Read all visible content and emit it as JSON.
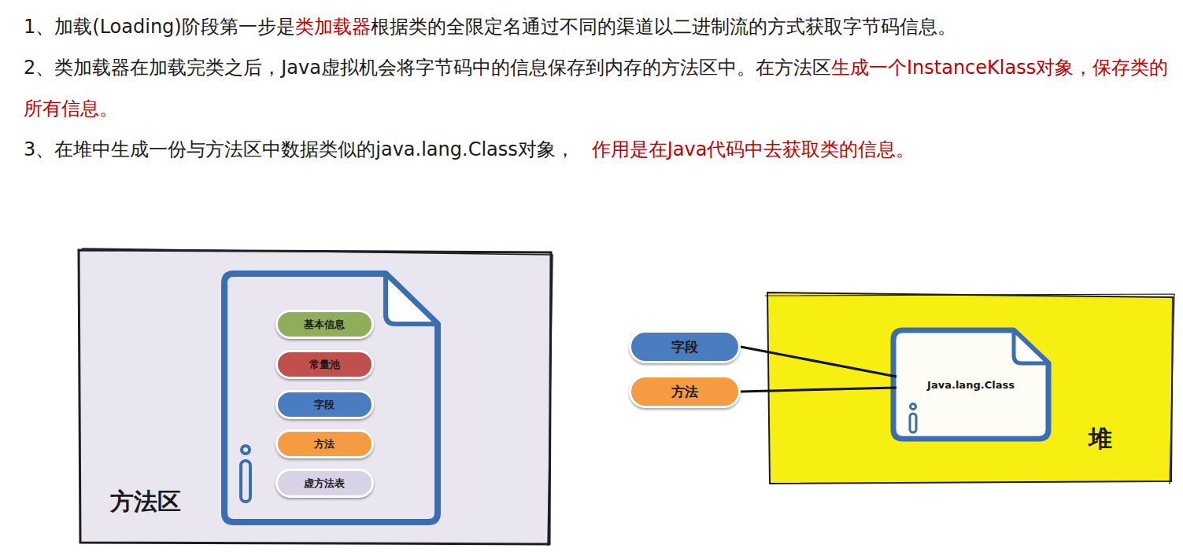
{
  "diagram": {
    "nodes": [
      {
        "text": [
          "方法区"
        ]
      },
      {
        "text": [
          "基本信息"
        ],
        "in": 0
      },
      {
        "text": [
          "常量池"
        ],
        "in": 0
      },
      {
        "text": [
          "字段"
        ],
        "in": 0
      },
      {
        "text": [
          "方法"
        ],
        "in": 0
      },
      {
        "text": [
          "虚方法表"
        ],
        "in": 0
      },
      {
        "text": [
          "堆"
        ]
      },
      {
        "text": [
          "Java.lang.Class"
        ],
        "in": 6
      },
      {
        "text": [
          "字段"
        ]
      },
      {
        "text": [
          "方法"
        ]
      }
    ],
    "edges": [
      {
        "from": 8,
        "to": 7,
        "arrow": "none"
      },
      {
        "from": 9,
        "to": 7,
        "arrow": "none"
      }
    ],
    "labels": [
      "1、加载(Loading)阶段第一步是",
      "类加载器",
      "根据类的全限定名通过不同的渠道以二进制流的方式获取字节码信息。",
      "2、类加载器在加载完类之后，Java虚拟机会将字节码中的信息保存到内存的方法区中。在方法区",
      "生成一个InstanceKlass对象，保存类的所有信息。",
      "3、在堆中生成一份与方法区中数据类似的java.lang.Class对象，",
      "作用是在Java代码中去获取类的信息。"
    ]
  }
}
